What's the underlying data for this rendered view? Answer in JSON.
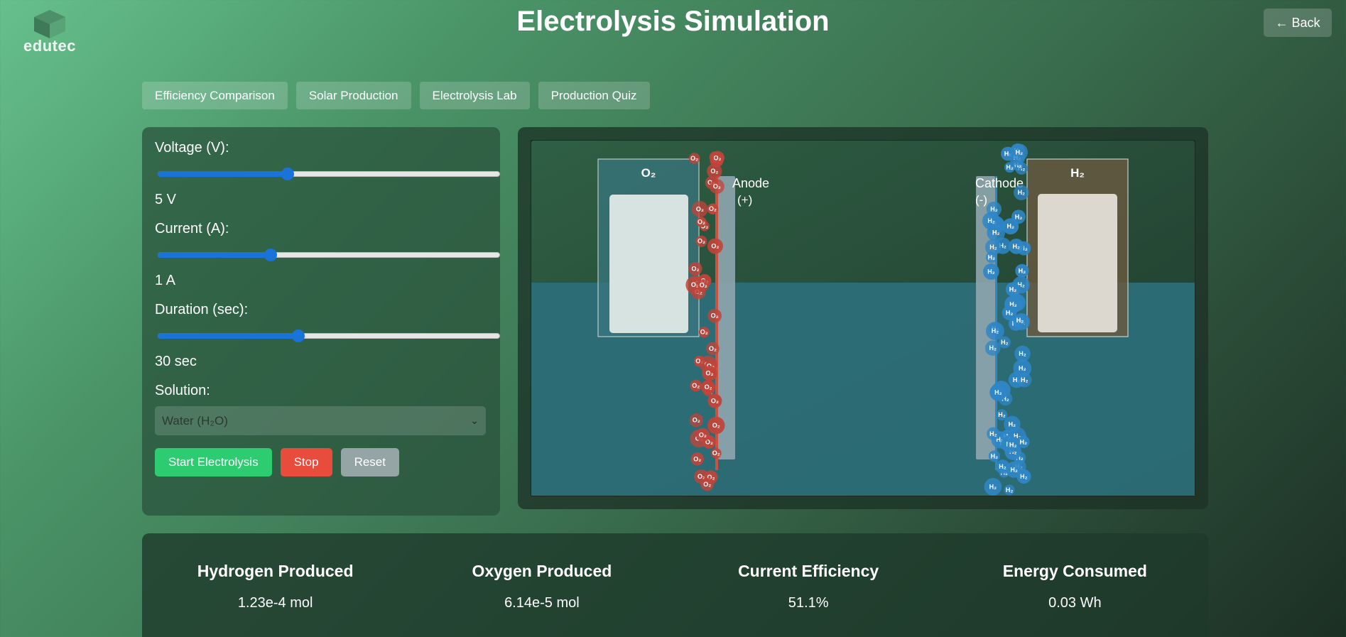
{
  "app": {
    "logo_text": "edutec",
    "title": "Electrolysis Simulation",
    "back_label": "← Back"
  },
  "tabs": [
    {
      "label": "Efficiency Comparison"
    },
    {
      "label": "Solar Production"
    },
    {
      "label": "Electrolysis Lab"
    },
    {
      "label": "Production Quiz"
    }
  ],
  "controls": {
    "voltage": {
      "label": "Voltage (V):",
      "value": "5 V",
      "fraction": 0.38
    },
    "current": {
      "label": "Current (A):",
      "value": "1 A",
      "fraction": 0.33
    },
    "duration": {
      "label": "Duration (sec):",
      "value": "30 sec",
      "fraction": 0.41
    },
    "solution": {
      "label": "Solution:",
      "selected": "Water (H₂O)"
    },
    "start_label": "Start Electrolysis",
    "stop_label": "Stop",
    "reset_label": "Reset"
  },
  "simulation": {
    "oxygen_label": "O₂",
    "hydrogen_label": "H₂",
    "anode_label": "Anode",
    "anode_sign": "(+)",
    "cathode_label": "Cathode",
    "cathode_sign": "(-)",
    "bubble_o2": "O₂",
    "bubble_h2": "H₂"
  },
  "results": [
    {
      "title": "Hydrogen Produced",
      "value": "1.23e-4 mol"
    },
    {
      "title": "Oxygen Produced",
      "value": "6.14e-5 mol"
    },
    {
      "title": "Current Efficiency",
      "value": "51.1%"
    },
    {
      "title": "Energy Consumed",
      "value": "0.03 Wh"
    }
  ],
  "colors": {
    "accent_blue": "#1a73d8",
    "start_green": "#2ecc71",
    "stop_red": "#e74c3c",
    "reset_grey": "#95a5a6",
    "oxygen_red": "#c0443a",
    "hydrogen_blue": "#2f86c6",
    "water": "#2d6f7a"
  },
  "icons": {
    "logo": "cube-icon"
  }
}
